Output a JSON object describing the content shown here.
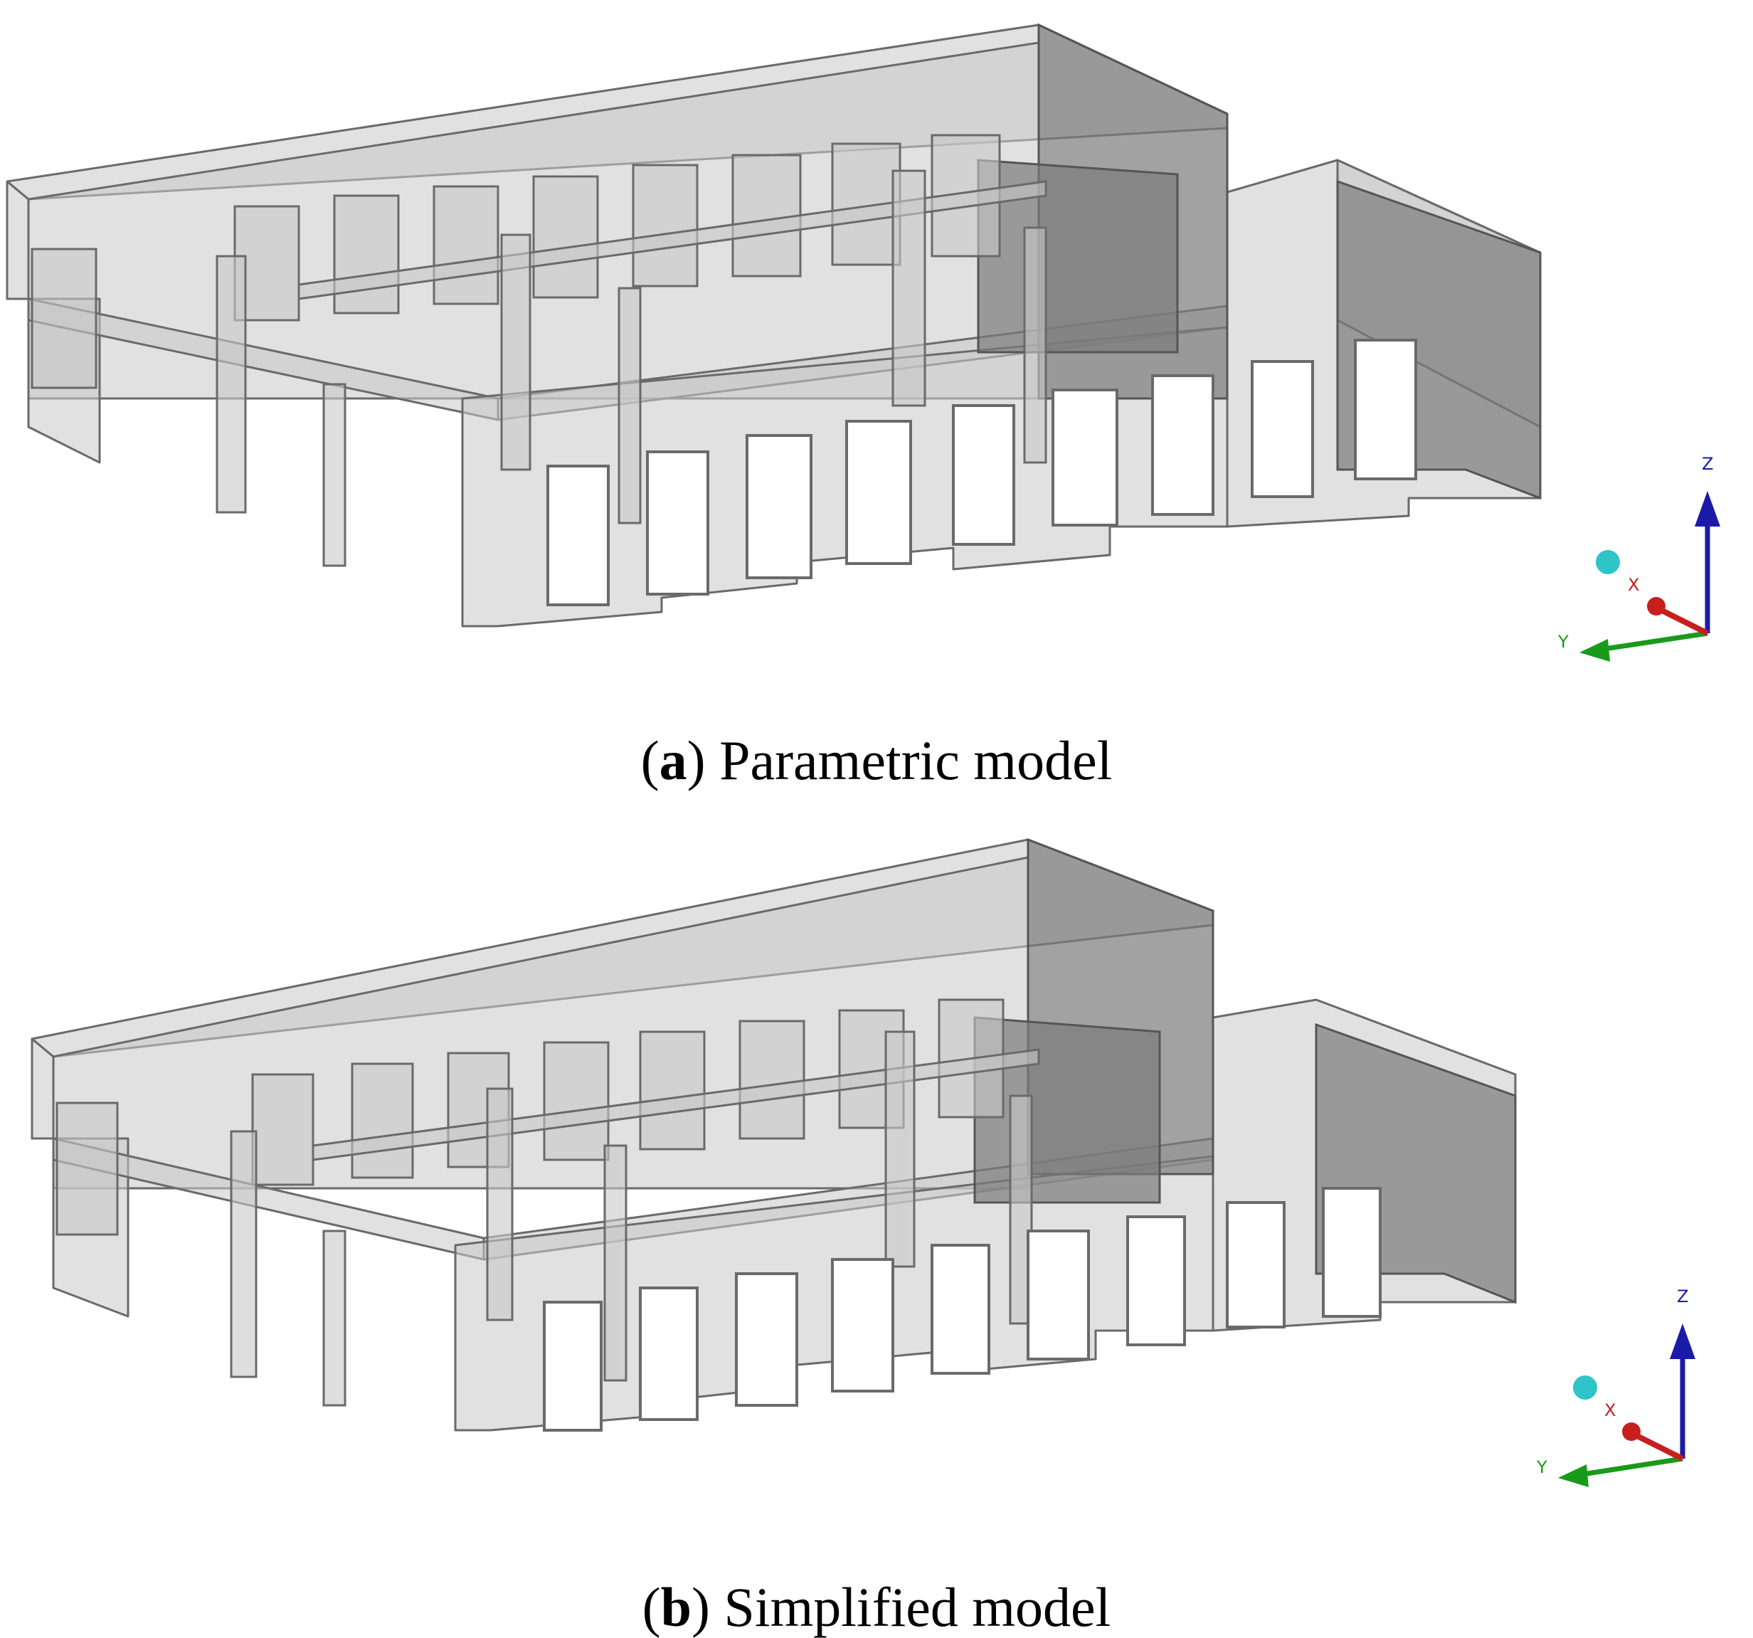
{
  "panels": [
    {
      "id": "a",
      "caption_letter": "a",
      "caption_text": "Parametric model"
    },
    {
      "id": "b",
      "caption_letter": "b",
      "caption_text": "Simplified model"
    }
  ],
  "axis_triad": {
    "z_label": "Z",
    "y_label": "Y",
    "x_label": "X",
    "z_color": "#1a1aa8",
    "y_color": "#1a9a1a",
    "x_color": "#c81e1e",
    "origin_ball_color": "#2ec4c8"
  },
  "model_colors": {
    "fill": "#c8c8c8",
    "dark_fill": "#7a7a7a",
    "edge": "#6a6a6a"
  }
}
